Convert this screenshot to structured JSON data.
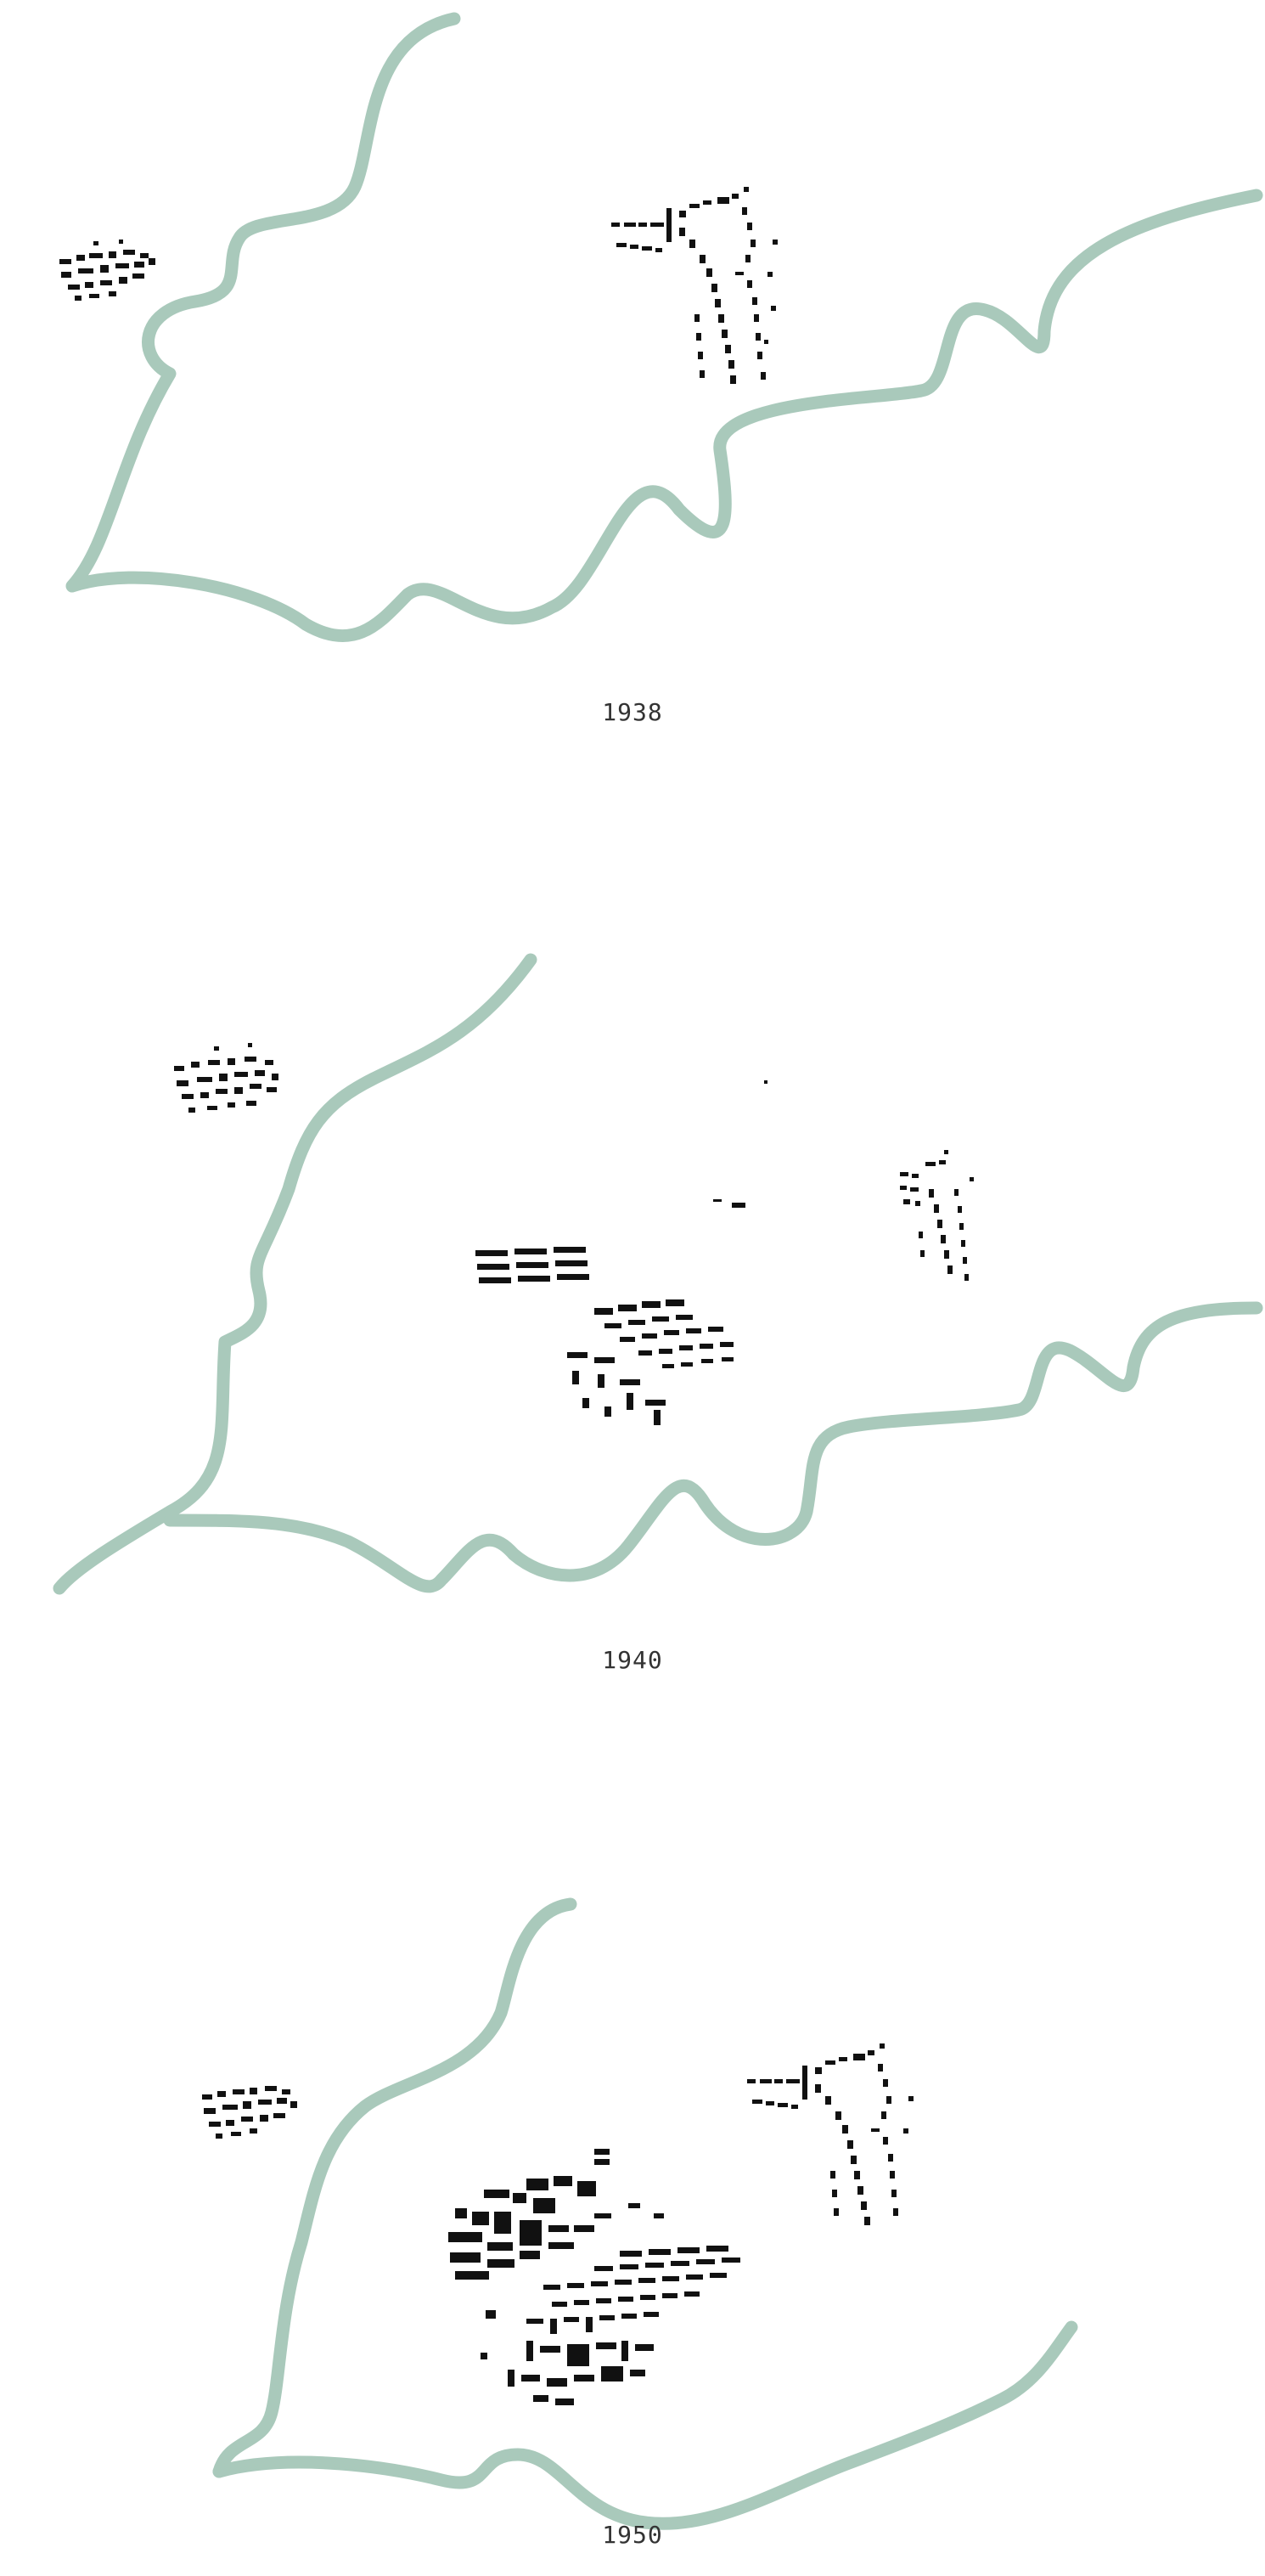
{
  "maps": [
    {
      "year": "1938"
    },
    {
      "year": "1940"
    },
    {
      "year": "1950"
    }
  ],
  "colors": {
    "river": "#a9c9bb",
    "buildings": "#111111",
    "background": "#ffffff",
    "label": "#333333"
  }
}
